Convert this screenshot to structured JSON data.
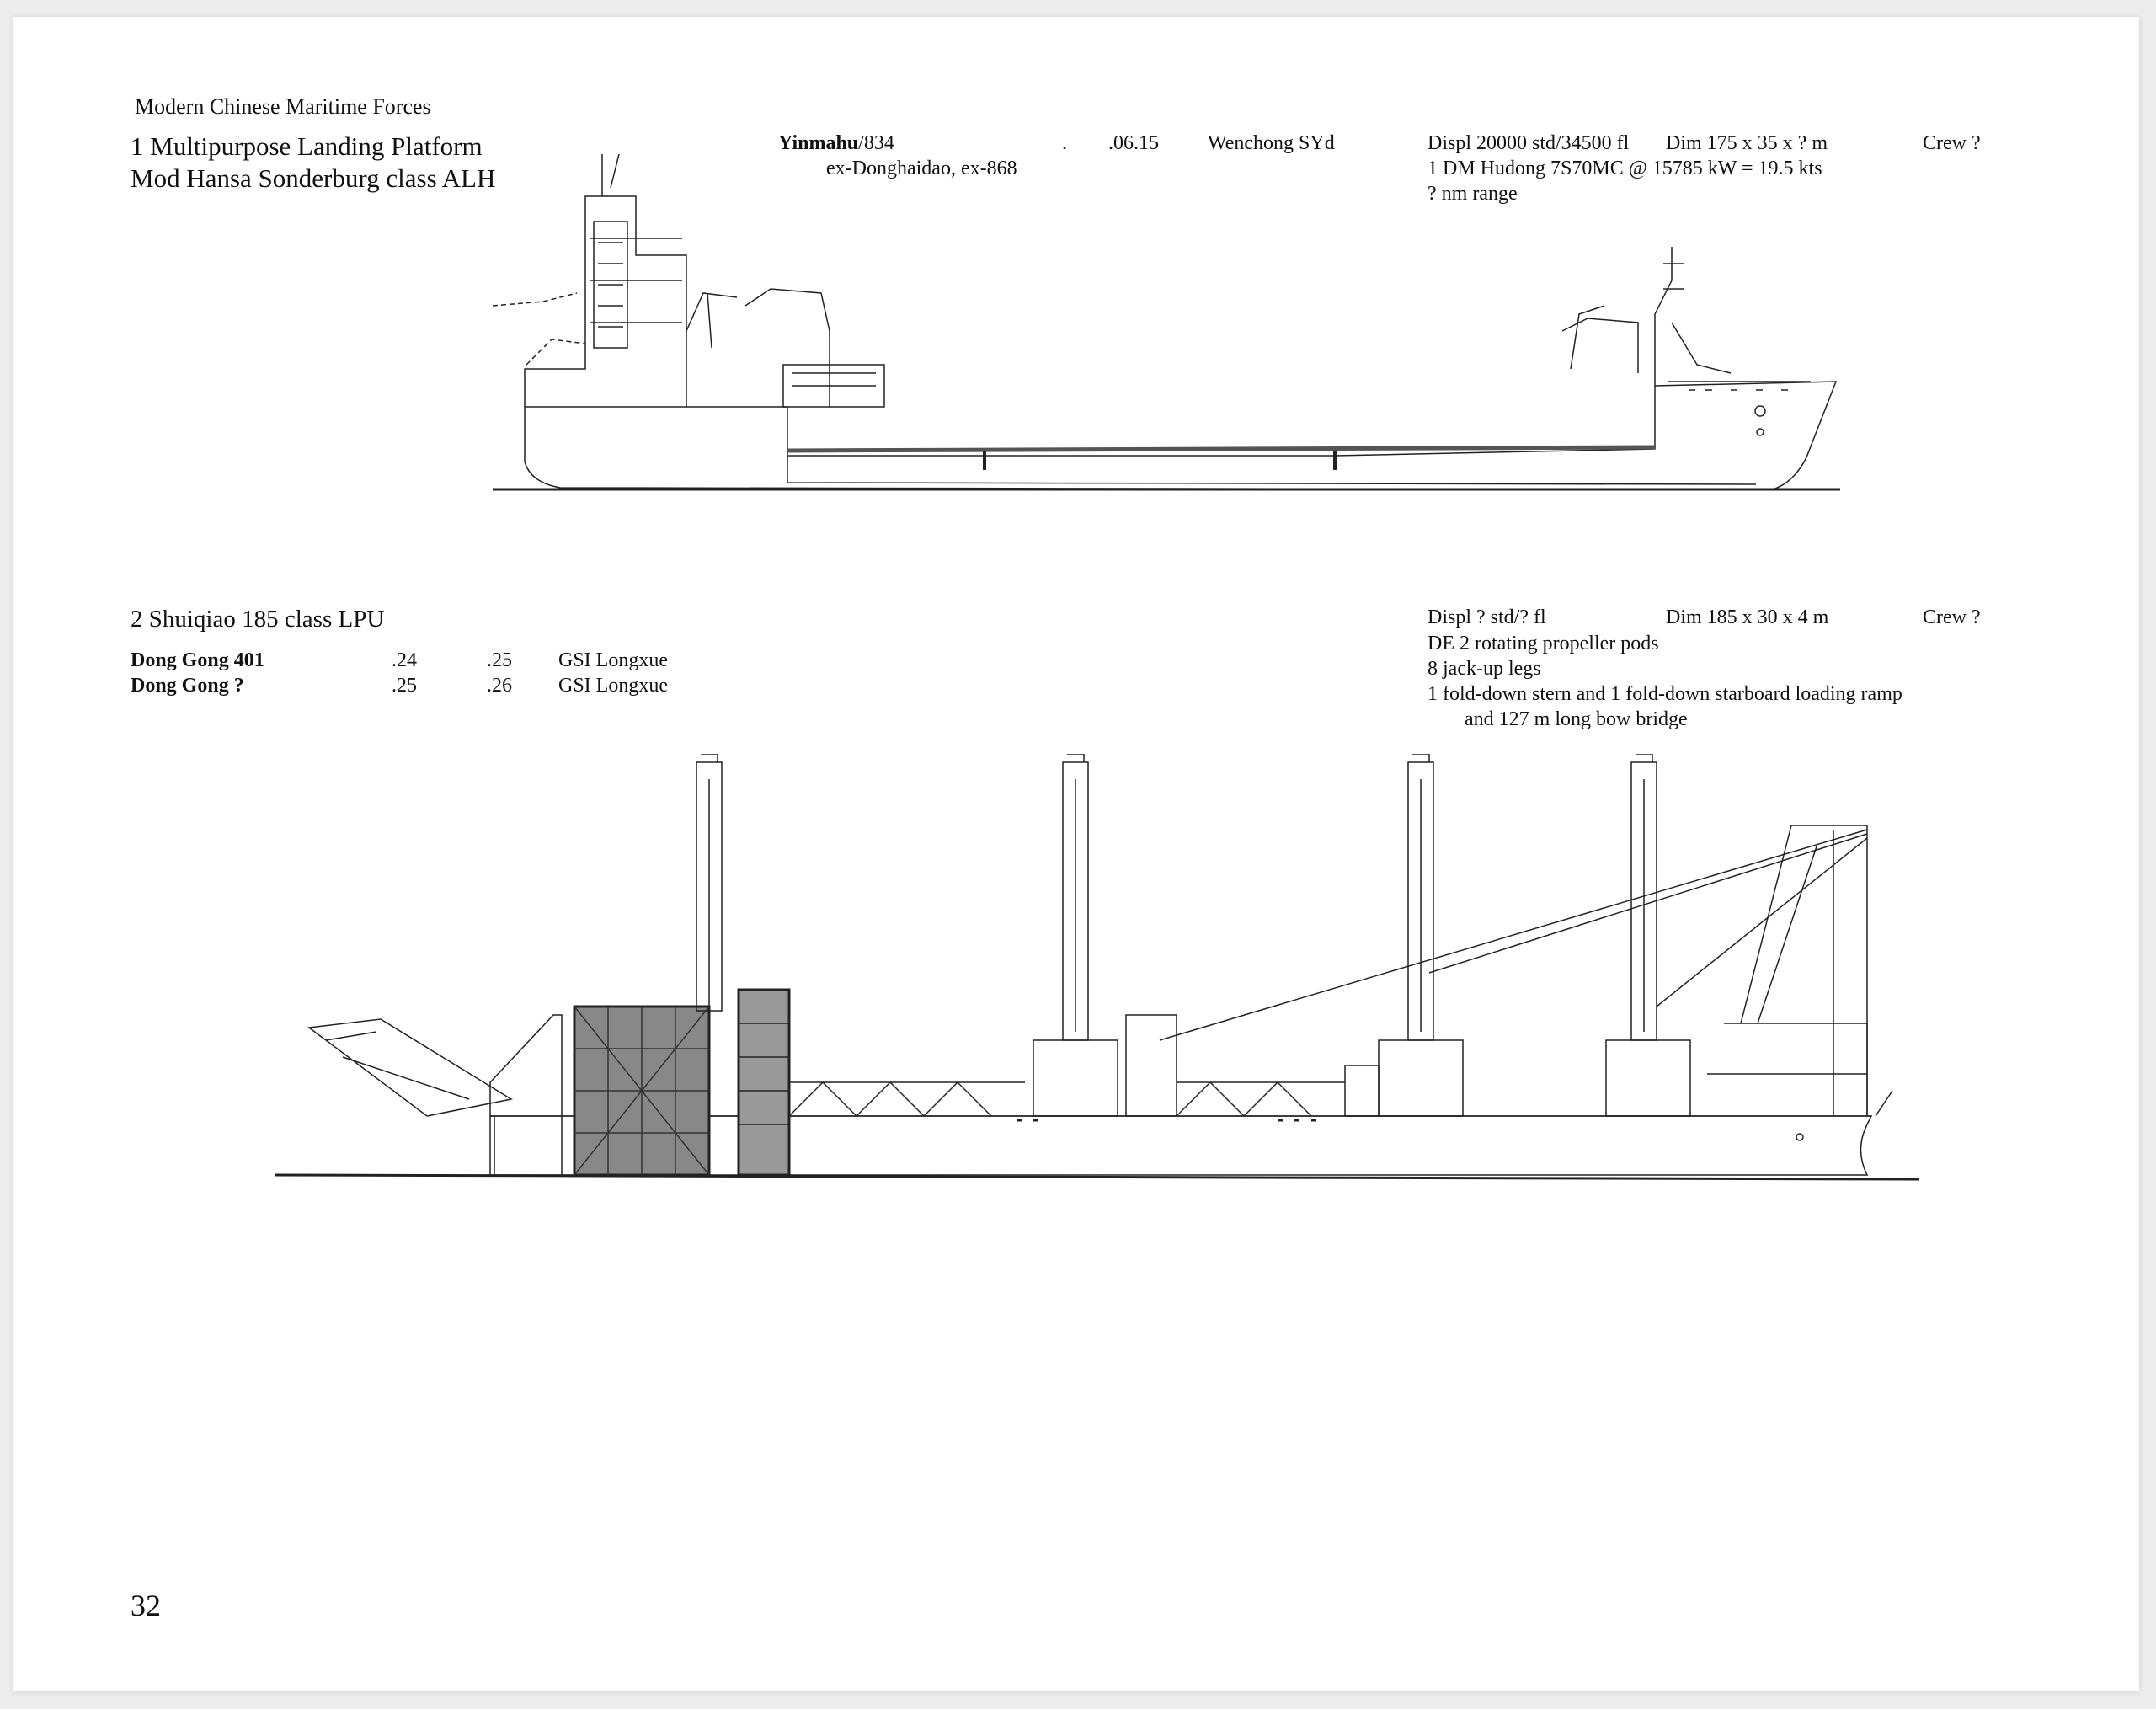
{
  "header": {
    "book_title": "Modern Chinese Maritime Forces"
  },
  "section1": {
    "title_line1": "1 Multipurpose Landing Platform",
    "title_line2": "Mod Hansa Sonderburg class ALH",
    "ship": {
      "name": "Yinmahu",
      "pennant": "/834",
      "former_names": "ex-Donghaidao, ex-868",
      "laid_down": ".",
      "commissioned": ".06.15",
      "builder": "Wenchong SYd"
    },
    "specs": {
      "displacement": "Displ 20000 std/34500 fl",
      "dimensions": "Dim 175 x 35 x ? m",
      "crew": "Crew ?",
      "machinery": "1 DM Hudong 7S70MC @ 15785 kW = 19.5 kts",
      "range": "? nm range"
    }
  },
  "section2": {
    "title": "2 Shuiqiao 185 class LPU",
    "ships": [
      {
        "name": "Dong Gong 401",
        "date1": ".24",
        "date2": ".25",
        "builder": "GSI Longxue"
      },
      {
        "name": "Dong Gong ?",
        "date1": ".25",
        "date2": ".26",
        "builder": "GSI Longxue"
      }
    ],
    "specs": {
      "displacement": "Displ ? std/? fl",
      "dimensions": "Dim 185 x 30 x 4 m",
      "crew": "Crew ?",
      "propulsion": "DE 2 rotating propeller pods",
      "legs": "8 jack-up legs",
      "ramps_line1": "1 fold-down stern and 1 fold-down starboard loading ramp",
      "ramps_line2": "and 127 m long bow bridge"
    }
  },
  "footer": {
    "page_number": "32"
  }
}
